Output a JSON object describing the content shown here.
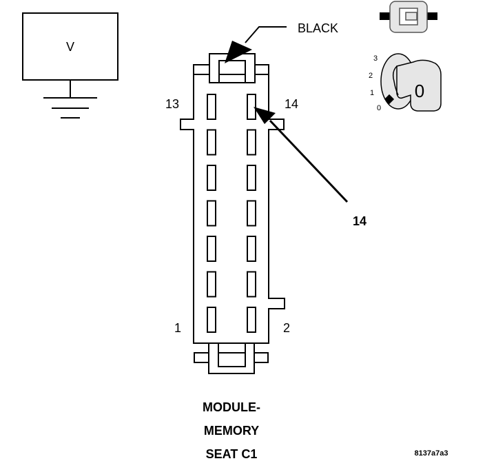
{
  "meter": {
    "label": "V"
  },
  "connector": {
    "color_label": "BLACK",
    "pin_labels": {
      "top_left": "13",
      "top_right": "14",
      "bottom_left": "1",
      "bottom_right": "2"
    },
    "callout": "14",
    "name_lines": [
      "MODULE-",
      "MEMORY",
      "SEAT C1"
    ]
  },
  "ignition": {
    "positions": [
      "3",
      "2",
      "1",
      "0"
    ],
    "key_label": "0"
  },
  "figure_code": "8137a7a3"
}
